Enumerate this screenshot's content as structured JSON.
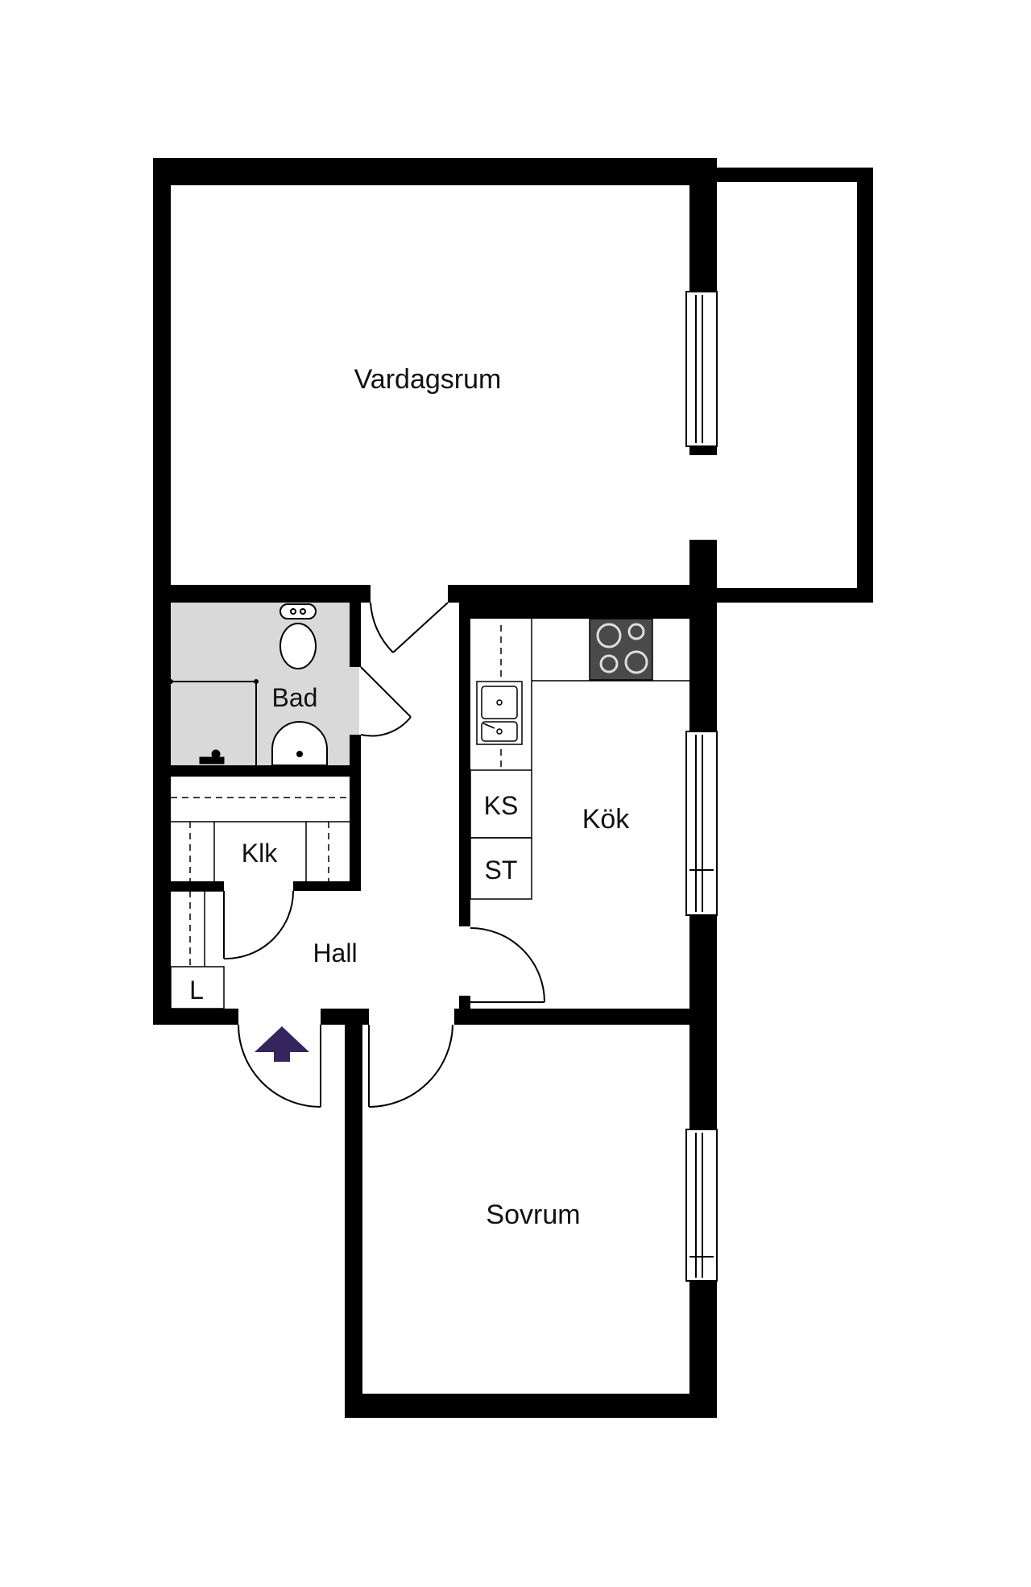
{
  "rooms": {
    "living_room": "Vardagsrum",
    "bathroom": "Bad",
    "closet": "Klk",
    "hall": "Hall",
    "kitchen": "Kök",
    "fridge_freezer": "KS",
    "tall_cabinet": "ST",
    "linen_closet": "L",
    "bedroom": "Sovrum"
  },
  "colors": {
    "wall": "#000000",
    "bathroom_floor": "#d9d9d9",
    "entrance_arrow": "#35255f",
    "stove": "#4a4a4a"
  },
  "icons": {
    "entrance": "entrance-arrow-icon",
    "stove": "stove-icon",
    "sink": "sink-icon",
    "toilet": "toilet-icon",
    "washbasin": "washbasin-icon"
  }
}
